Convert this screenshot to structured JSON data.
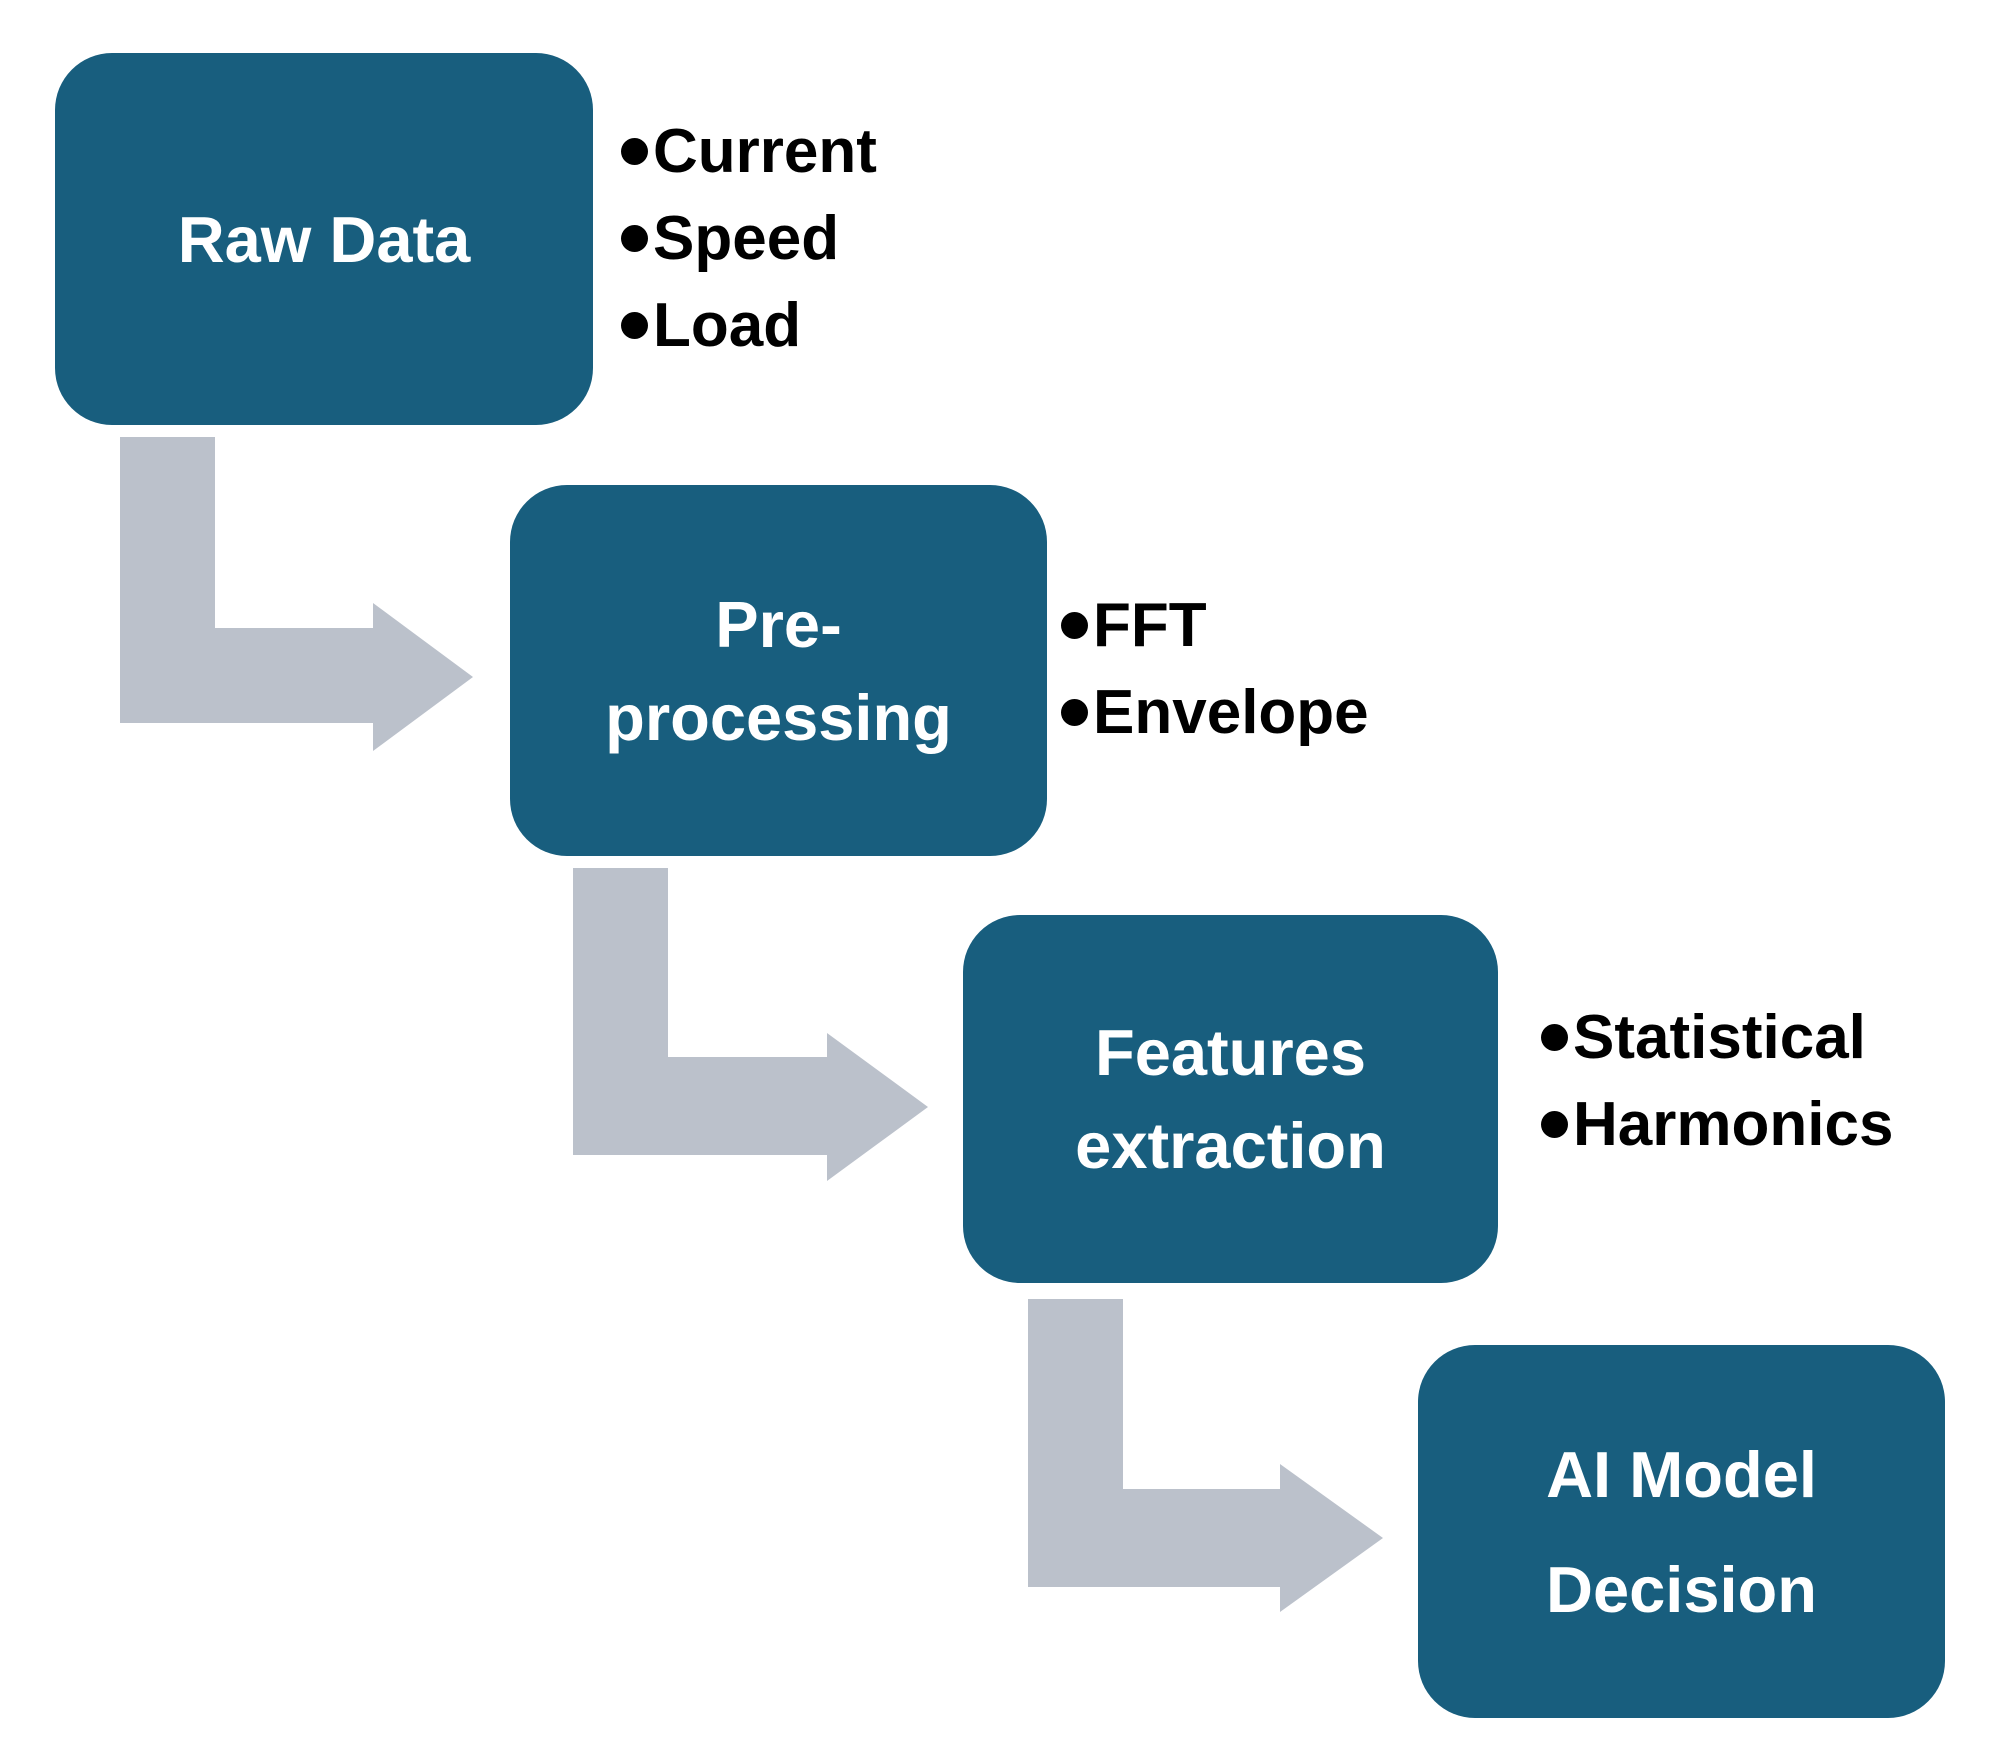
{
  "diagram": {
    "background": "#FFFFFF",
    "colors": {
      "box_fill": "#185E7E",
      "box_text": "#FFFFFF",
      "arrow_fill": "#BBC1CB",
      "bullet_text": "#000000"
    },
    "steps": [
      {
        "title_lines": [
          "Raw Data"
        ],
        "bullets": [
          "Current",
          "Speed",
          "Load"
        ]
      },
      {
        "title_lines": [
          "Pre-",
          "processing"
        ],
        "bullets": [
          "FFT",
          "Envelope"
        ]
      },
      {
        "title_lines": [
          "Features",
          "extraction"
        ],
        "bullets": [
          "Statistical",
          "Harmonics"
        ]
      },
      {
        "title_lines": [
          "AI Model",
          "Decision"
        ],
        "bullets": []
      }
    ]
  }
}
